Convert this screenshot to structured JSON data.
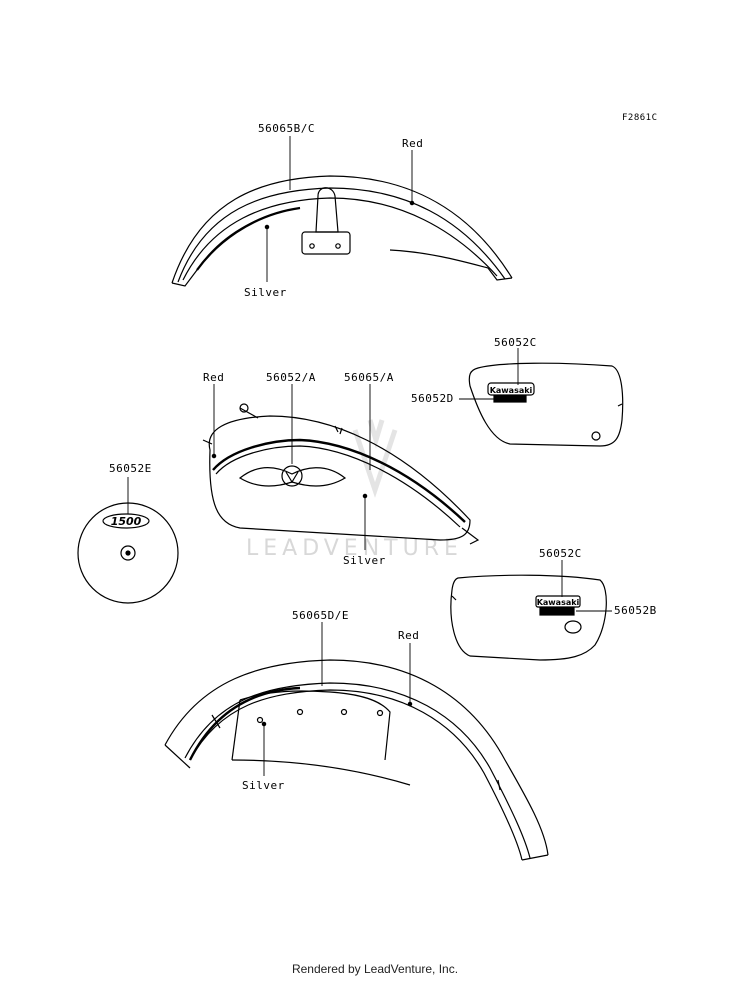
{
  "figure_code": "F2861C",
  "watermark": "LEADVENTURE",
  "footer": "Rendered by LeadVenture, Inc.",
  "decal_text": {
    "brand": "Kawasaki",
    "badge_1500": "1500"
  },
  "callouts": {
    "front_fender_stripe": "56065B/C",
    "front_fender_red": "Red",
    "front_fender_silver": "Silver",
    "tank_red": "Red",
    "tank_emblem": "56052/A",
    "tank_stripe": "56065/A",
    "tank_silver": "Silver",
    "left_cover_upper": "56052C",
    "left_cover_lower": "56052D",
    "round_badge": "56052E",
    "right_cover_upper": "56052C",
    "right_cover_lower": "56052B",
    "rear_fender_stripe": "56065D/E",
    "rear_fender_red": "Red",
    "rear_fender_silver": "Silver"
  },
  "colors": {
    "line": "#000000",
    "watermark": "#d8d8d8",
    "background": "#ffffff"
  }
}
